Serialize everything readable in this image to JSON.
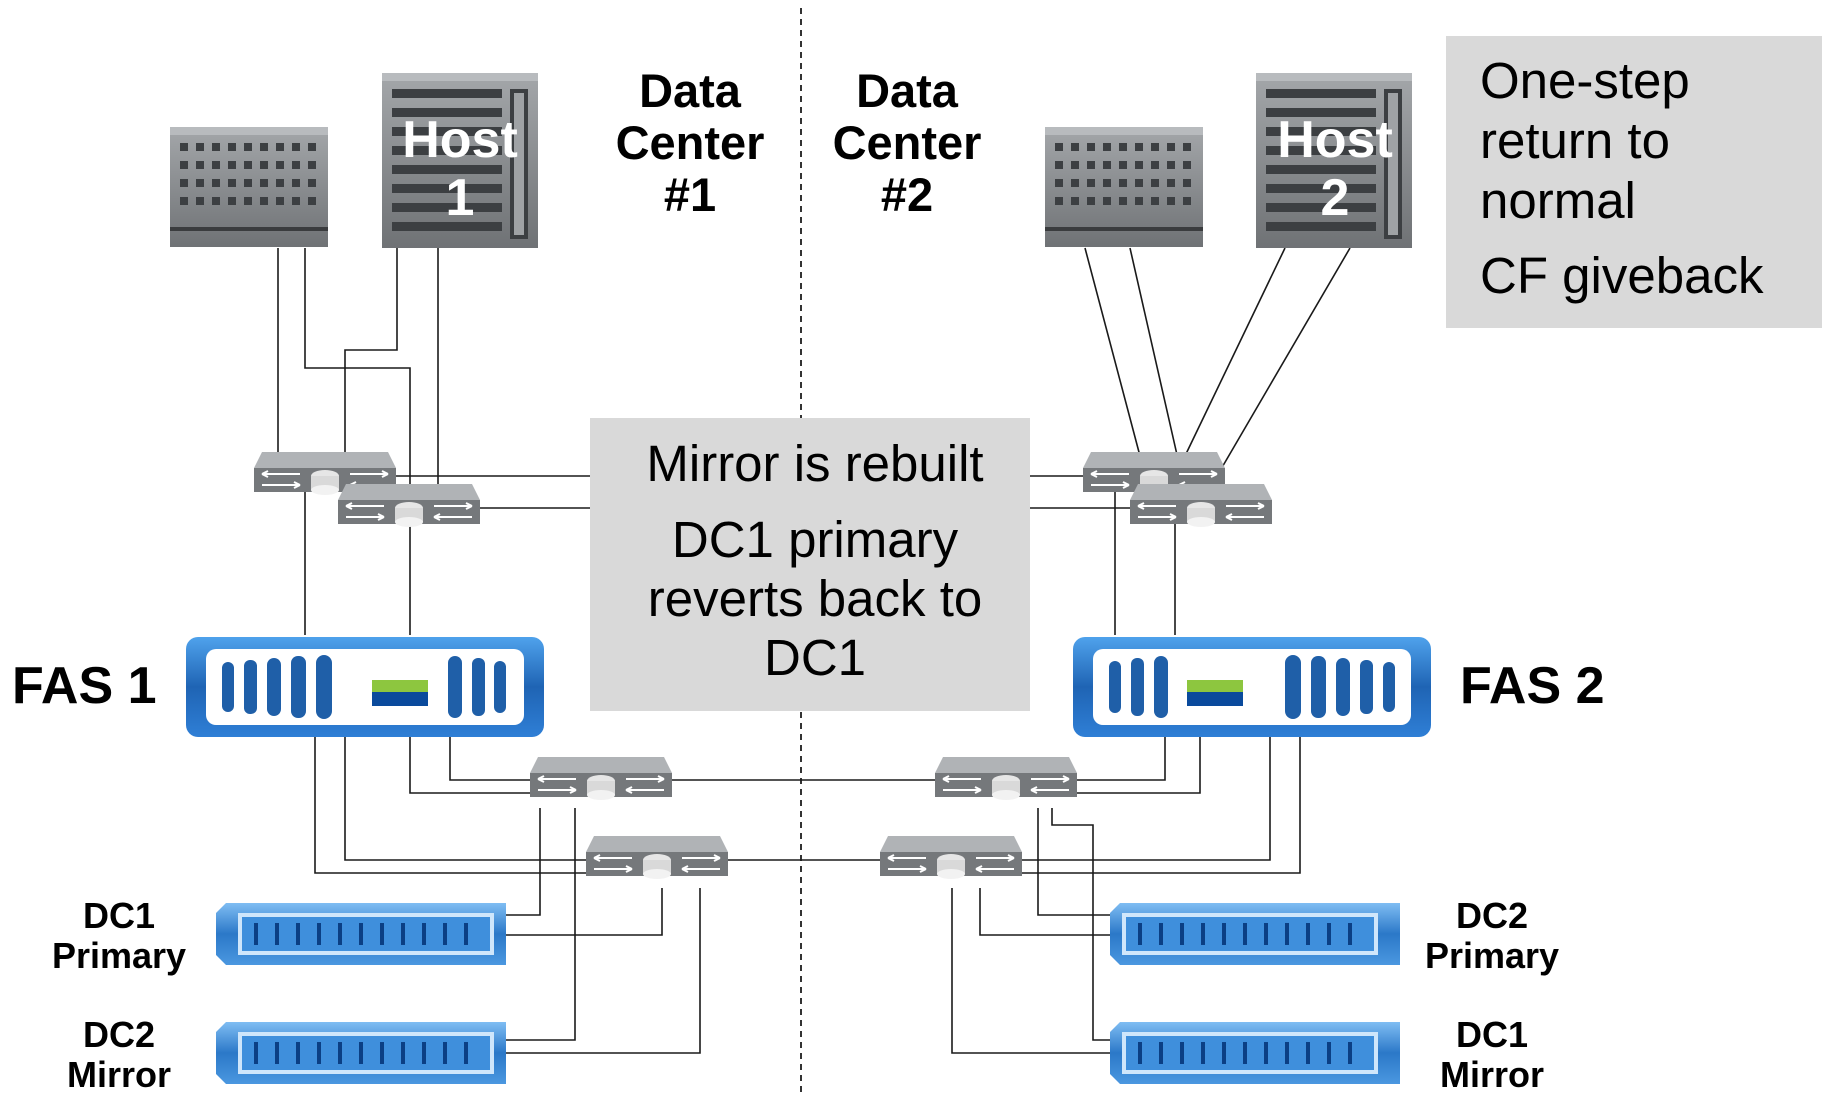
{
  "data_centers": [
    {
      "line1": "Data",
      "line2": "Center",
      "line3": "#1"
    },
    {
      "line1": "Data",
      "line2": "Center",
      "line3": "#2"
    }
  ],
  "hosts": [
    {
      "line1": "Host",
      "line2": "1"
    },
    {
      "line1": "Host",
      "line2": "2"
    }
  ],
  "controllers": [
    {
      "label": "FAS 1"
    },
    {
      "label": "FAS 2"
    }
  ],
  "shelves": {
    "left": [
      {
        "line1": "DC1",
        "line2": "Primary"
      },
      {
        "line1": "DC2",
        "line2": "Mirror"
      }
    ],
    "right": [
      {
        "line1": "DC2",
        "line2": "Primary"
      },
      {
        "line1": "DC1",
        "line2": "Mirror"
      }
    ]
  },
  "callout_top": {
    "line1": "One-step",
    "line2": "return to",
    "line3": "normal",
    "line4": "CF giveback"
  },
  "callout_center": {
    "line1": "Mirror is rebuilt",
    "line2": "DC1 primary",
    "line3": "reverts back to",
    "line4": "DC1"
  },
  "colors": {
    "callout_bg": "#d9d9d9",
    "device_gray": "#7f8285",
    "controller_blue": "#1f64b4",
    "shelf_blue": "#2b78c8",
    "led_green": "#8dc63f"
  }
}
